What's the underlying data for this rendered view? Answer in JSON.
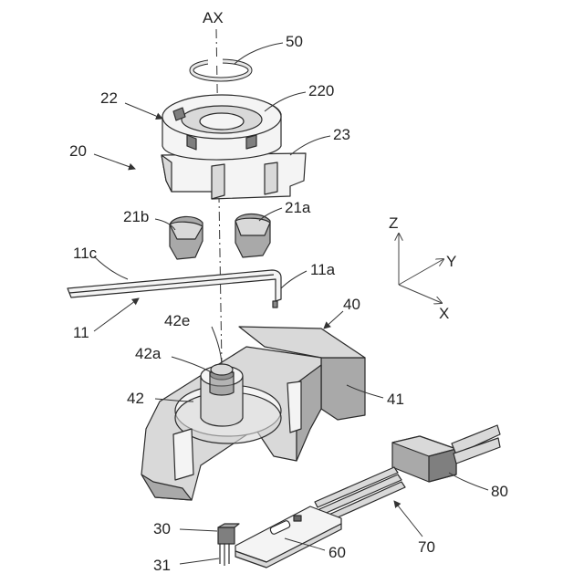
{
  "labels": {
    "ax": "AX",
    "l50": "50",
    "l22": "22",
    "l220": "220",
    "l20": "20",
    "l23": "23",
    "l21b": "21b",
    "l21a": "21a",
    "l11c": "11c",
    "l11a": "11a",
    "l11": "11",
    "l40": "40",
    "l42e": "42e",
    "l42a": "42a",
    "l42": "42",
    "l41": "41",
    "l80": "80",
    "l30": "30",
    "l60": "60",
    "l70": "70",
    "l31": "31"
  },
  "axes": {
    "z": "Z",
    "y": "Y",
    "x": "X"
  }
}
